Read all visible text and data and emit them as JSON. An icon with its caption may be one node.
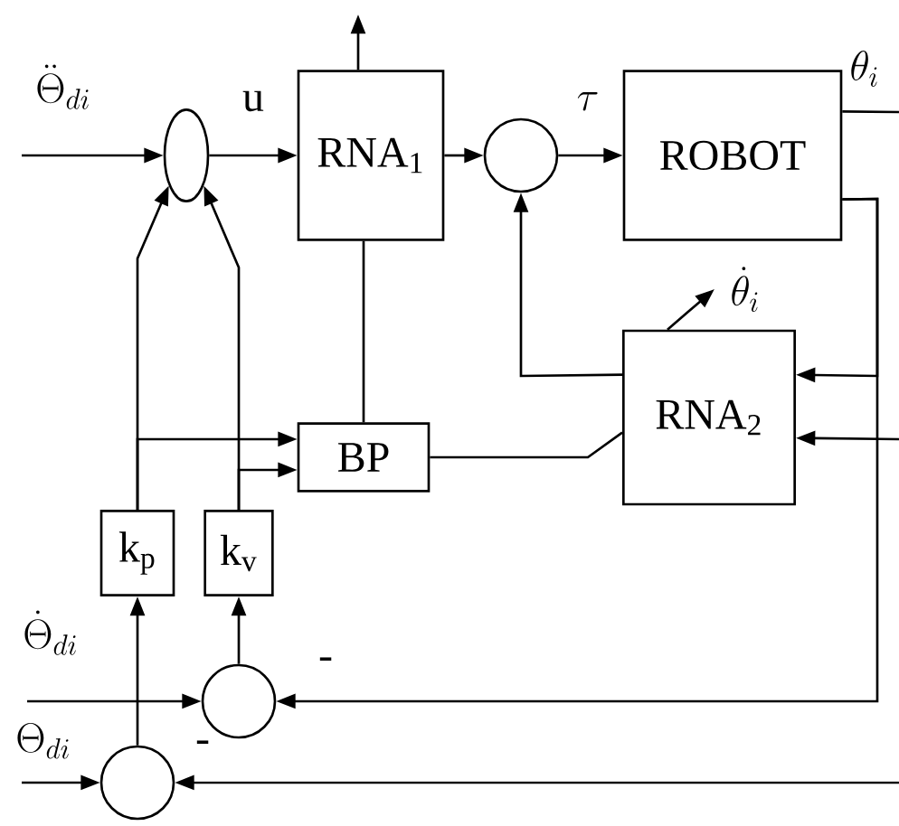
{
  "diagram": {
    "nodes": [
      {
        "text": [],
        "shape": "ellipse"
      },
      {
        "text": [
          "RNA$_{1}$"
        ]
      },
      {
        "text": [],
        "shape": "circle"
      },
      {
        "text": [
          "ROBOT"
        ]
      },
      {
        "text": [
          "RNA$_{2}$"
        ]
      },
      {
        "text": [
          "BP"
        ]
      },
      {
        "text": [
          "k$_{p}$"
        ]
      },
      {
        "text": [
          "k$_{v}$"
        ]
      },
      {
        "text": [],
        "shape": "circle"
      },
      {
        "text": [],
        "shape": "circle"
      }
    ],
    "edges": [
      {
        "from": null,
        "to": 0,
        "arrow": "to",
        "label": "\\ddot{\\Theta}_{di}"
      },
      {
        "from": 0,
        "to": 1,
        "arrow": "to",
        "label": "u"
      },
      {
        "from": 1,
        "to": null,
        "arrow": "to"
      },
      {
        "from": 1,
        "to": 2,
        "arrow": "to"
      },
      {
        "from": 2,
        "to": 3,
        "arrow": "to",
        "label": "\\tau"
      },
      {
        "from": 3,
        "to": null,
        "arrow": "none",
        "label": "\\theta_i"
      },
      {
        "from": 3,
        "to": 4,
        "arrow": "to"
      },
      {
        "from": null,
        "to": 4,
        "arrow": "to"
      },
      {
        "from": 4,
        "to": null,
        "arrow": "to",
        "label": "\\dot{\\theta}_i"
      },
      {
        "from": 4,
        "to": 2,
        "arrow": "to"
      },
      {
        "from": 5,
        "to": 4,
        "arrow": "none"
      },
      {
        "from": 1,
        "to": 5,
        "arrow": "none"
      },
      {
        "from": 6,
        "to": 0,
        "arrow": "to"
      },
      {
        "from": 7,
        "to": 0,
        "arrow": "to"
      },
      {
        "from": 6,
        "to": 5,
        "arrow": "to"
      },
      {
        "from": 7,
        "to": 5,
        "arrow": "to"
      },
      {
        "from": 8,
        "to": 7,
        "arrow": "to"
      },
      {
        "from": 9,
        "to": 6,
        "arrow": "to"
      },
      {
        "from": null,
        "to": 8,
        "arrow": "to",
        "label": "\\dot{\\Theta}_{di}"
      },
      {
        "from": null,
        "to": 9,
        "arrow": "to",
        "label": "\\Theta_{di}"
      },
      {
        "from": 3,
        "to": 8,
        "arrow": "to"
      },
      {
        "from": null,
        "to": 9,
        "arrow": "to"
      }
    ],
    "labels": [
      "-",
      "-"
    ]
  }
}
